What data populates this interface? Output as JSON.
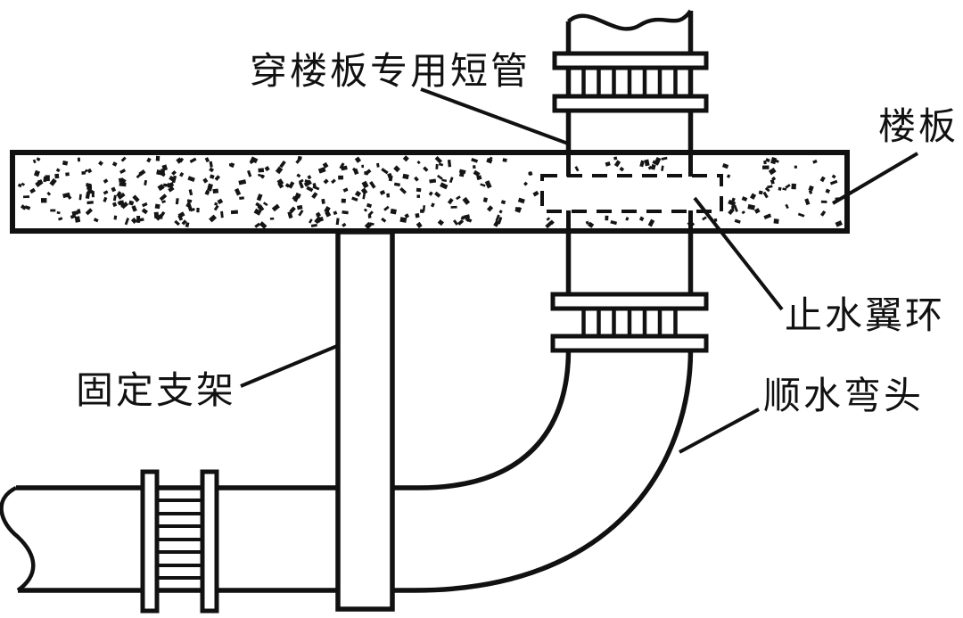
{
  "diagram": {
    "type": "technical-plumbing-diagram",
    "labels": {
      "short_pipe": "穿楼板专用短管",
      "floor_slab": "楼板",
      "water_stop_ring": "止水翼环",
      "fixed_support": "固定支架",
      "elbow": "顺水弯头"
    },
    "colors": {
      "line": "#111111",
      "background": "#ffffff",
      "speckle": "#151515"
    }
  }
}
